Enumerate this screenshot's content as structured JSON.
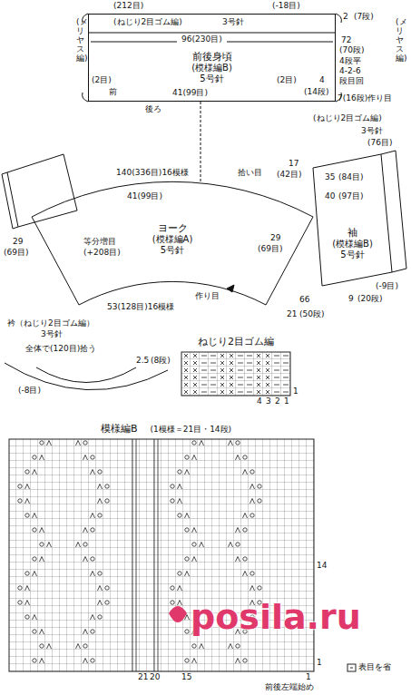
{
  "diagram": {
    "nodes": [
      {
        "text": [
          "前後身頃",
          "(模様編B)",
          "5号針"
        ]
      },
      {
        "text": [
          "ヨーク",
          "(模様編A)",
          "5号針"
        ]
      },
      {
        "text": [
          "袖",
          "(模様編B)",
          "5号針"
        ]
      },
      {
        "text": [
          "ねじり2目ゴム編"
        ]
      },
      {
        "text": [
          "模様編B",
          "(1模様＝21目・14段)"
        ]
      }
    ],
    "edges": [
      {
        "from": 0,
        "to": 1,
        "arrow": "none"
      }
    ],
    "labels": [
      "(212目)",
      "(-18目)",
      "2",
      "(7段)",
      "(ねじり2目ゴム編)",
      "3号針",
      "(メリヤス編)",
      "96(230目)",
      "(メリヤス編)",
      "72",
      "(70段)",
      "4段平",
      "4-2-6",
      "段目回",
      "(2目)",
      "前",
      "41(99目)",
      "(2目)",
      "4",
      "(14段)",
      "後ろ",
      "7(16段)作り目",
      "140(336目)16模様",
      "41(99目)",
      "拾い目",
      "17",
      "(42目)",
      "(ねじり2目ゴム編)",
      "3号針",
      "(76目)",
      "35",
      "(84目)",
      "40",
      "(97目)",
      "(-9目)",
      "9",
      "(20段)",
      "66",
      "21",
      "(50段)",
      "29",
      "(69目)",
      "29",
      "(69目)",
      "等分増目",
      "(+208目)",
      "53(128目)16模様",
      "作り目",
      "衿（ねじり2目ゴム編）",
      "3号針",
      "全体で(120目)拾う",
      "2.5",
      "(8段)",
      "(-8目)",
      "4",
      "3",
      "2",
      "1",
      "1",
      "14",
      "1",
      "21",
      "20",
      "15",
      "1",
      "前後左端始め",
      "表目を省",
      "posila.ru"
    ]
  }
}
